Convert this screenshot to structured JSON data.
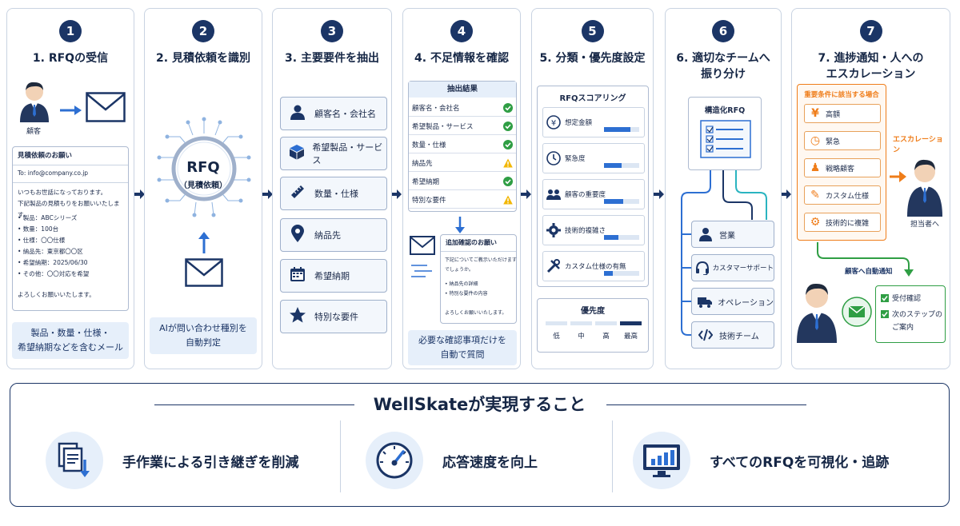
{
  "steps": [
    {
      "num": "1",
      "title": "1. RFQの受信"
    },
    {
      "num": "2",
      "title": "2. 見積依頼を識別"
    },
    {
      "num": "3",
      "title": "3. 主要要件を抽出"
    },
    {
      "num": "4",
      "title": "4. 不足情報を確認"
    },
    {
      "num": "5",
      "title": "5. 分類・優先度設定"
    },
    {
      "num": "6",
      "title1": "6. 適切なチームへ",
      "title2": "振り分け",
      "num_label": "6"
    },
    {
      "num": "7",
      "title1": "7. 進捗通知・人への",
      "title2": "エスカレーション"
    }
  ],
  "step1": {
    "customer_label": "顧客",
    "email_subject": "見積依頼のお願い",
    "email_to": "To: info@company.co.jp",
    "email_lines": [
      "いつもお世話になっております。",
      "下記製品の見積もりをお願いいたします。"
    ],
    "email_bullets": [
      "• 製品：ABCシリーズ",
      "• 数量：100台",
      "• 仕様：〇〇仕様",
      "• 納品先：東京都〇〇区",
      "• 希望納期：2025/06/30",
      "• その他：〇〇対応を希望"
    ],
    "email_closing": "よろしくお願いいたします。",
    "caption1": "製品・数量・仕様・",
    "caption2": "希望納期などを含むメール"
  },
  "step2": {
    "rfq": "RFQ",
    "rfq_sub": "（見積依頼）",
    "caption1": "AIが問い合わせ種別を",
    "caption2": "自動判定"
  },
  "step3": {
    "items": [
      "顧客名・会社名",
      "希望製品・サービス",
      "数量・仕様",
      "納品先",
      "希望納期",
      "特別な要件"
    ]
  },
  "step4": {
    "table_title": "抽出結果",
    "rows": [
      {
        "label": "顧客名・会社名",
        "status": "ok"
      },
      {
        "label": "希望製品・サービス",
        "status": "ok"
      },
      {
        "label": "数量・仕様",
        "status": "ok"
      },
      {
        "label": "納品先",
        "status": "warn"
      },
      {
        "label": "希望納期",
        "status": "ok"
      },
      {
        "label": "特別な要件",
        "status": "warn"
      }
    ],
    "followup_title": "追加確認のお願い",
    "followup_lines": [
      "下記についてご教示いただけます",
      "でしょうか。"
    ],
    "followup_bullets": [
      "• 納品先の詳細",
      "• 特別な要件の内容"
    ],
    "followup_closing": "よろしくお願いいたします。",
    "caption1": "必要な確認事項だけを",
    "caption2": "自動で質問"
  },
  "step5": {
    "scoring_title": "RFQスコアリング",
    "scores": [
      {
        "label": "想定金額",
        "level": 0.75
      },
      {
        "label": "緊急度",
        "level": 0.5
      },
      {
        "label": "顧客の重要度",
        "level": 0.55
      },
      {
        "label": "技術的複雑さ",
        "level": 0.4
      },
      {
        "label": "カスタム仕様の有無",
        "level": 0.25
      }
    ],
    "priority_title": "優先度",
    "priority_levels": [
      "低",
      "中",
      "高",
      "最高"
    ],
    "priority_value": "最高"
  },
  "step6": {
    "structured": "構造化RFQ",
    "teams": [
      "営業",
      "カスタマーサポート",
      "オペレーション",
      "技術チーム"
    ]
  },
  "step7": {
    "cond_title": "重要条件に該当する場合",
    "conds": [
      "高額",
      "緊急",
      "戦略顧客",
      "カスタム仕様",
      "技術的に複雑"
    ],
    "escalation": "エスカレーション",
    "assignee": "担当者へ",
    "auto_notice": "顧客へ自動通知",
    "notices": [
      "受付確認",
      "次のステップの",
      "ご案内"
    ]
  },
  "bottom": {
    "title": "WellSkateが実現すること",
    "benefits": [
      "手作業による引き継ぎを削減",
      "応答速度を向上",
      "すべてのRFQを可視化・追跡"
    ]
  },
  "colors": {
    "navy": "#1b3566",
    "accent": "#2d6fd2",
    "orange": "#ef7d1a",
    "green": "#2f9e44",
    "warn": "#f2b705",
    "teal": "#2ab4c0"
  }
}
